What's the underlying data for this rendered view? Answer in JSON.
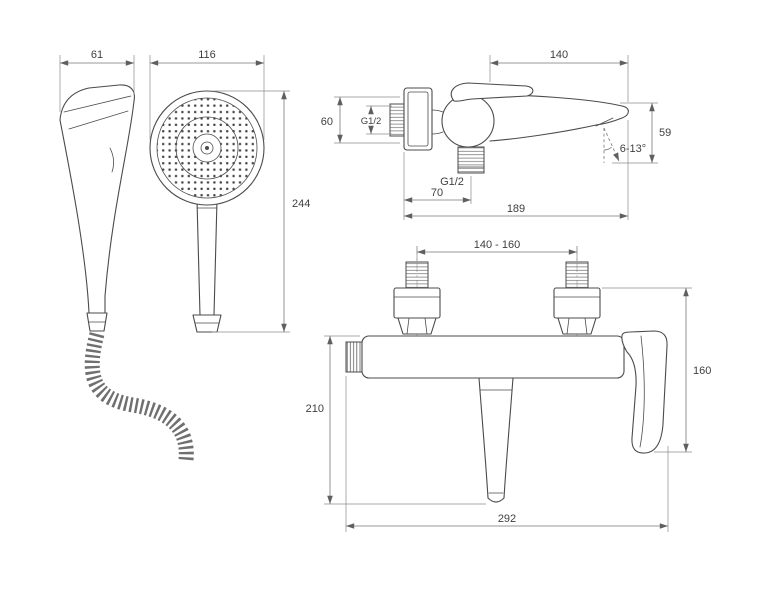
{
  "drawing": {
    "shower": {
      "side_width": "61",
      "front_diameter": "116",
      "height": "244"
    },
    "faucet_side": {
      "spout_reach": "140",
      "body_height": "60",
      "inlet_thread": "G1/2",
      "drop_height": "59",
      "flow_angle": "6-13°",
      "outlet_thread": "G1/2",
      "outlet_offset": "70",
      "total_reach": "189"
    },
    "faucet_front": {
      "mount_spacing": "140 - 160",
      "height_right": "160",
      "height_left": "210",
      "total_width": "292"
    }
  }
}
